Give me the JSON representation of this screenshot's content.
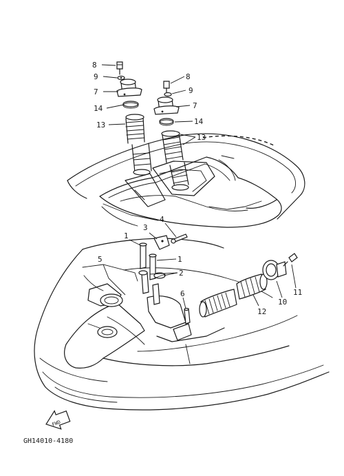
{
  "drawing_code": "GH14010-4180",
  "fwd_label": "FWD",
  "callouts": {
    "c1a": "1",
    "c1b": "1",
    "c2": "2",
    "c3": "3",
    "c4": "4",
    "c5": "5",
    "c6": "6",
    "c7a": "7",
    "c7b": "7",
    "c8a": "8",
    "c8b": "8",
    "c9a": "9",
    "c9b": "9",
    "c10": "10",
    "c11": "11",
    "c12": "12",
    "c13a": "13",
    "c13b": "13",
    "c14a": "14",
    "c14b": "14"
  }
}
